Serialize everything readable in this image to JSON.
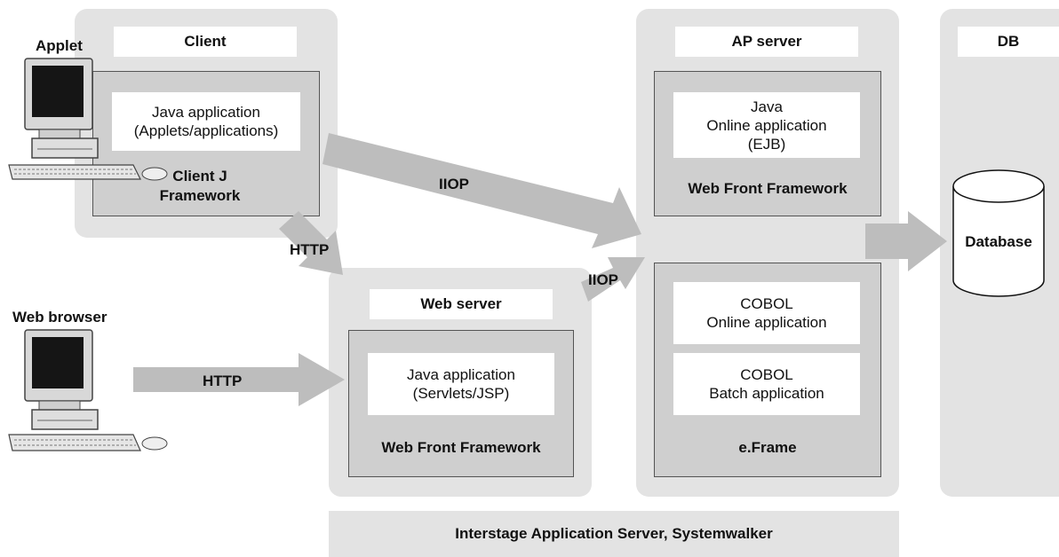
{
  "client": {
    "title": "Client",
    "app_line1": "Java application",
    "app_line2": "(Applets/applications)",
    "framework_line1": "Client J",
    "framework_line2": "Framework"
  },
  "applet_label": "Applet",
  "web_browser_label": "Web browser",
  "web_server": {
    "title": "Web server",
    "app_line1": "Java application",
    "app_line2": "(Servlets/JSP)",
    "framework": "Web Front Framework"
  },
  "ap_server": {
    "title": "AP server",
    "java_line1": "Java",
    "java_line2": "Online application",
    "java_line3": "(EJB)",
    "web_front_framework": "Web Front Framework",
    "cobol_online_line1": "COBOL",
    "cobol_online_line2": "Online application",
    "cobol_batch_line1": "COBOL",
    "cobol_batch_line2": "Batch application",
    "eframe": "e.Frame"
  },
  "db": {
    "title": "DB",
    "database": "Database"
  },
  "arrows": {
    "iiop_top": "IIOP",
    "iiop_mid": "IIOP",
    "http_top": "HTTP",
    "http_bottom": "HTTP"
  },
  "footer": "Interstage Application Server, Systemwalker",
  "colors": {
    "panel": "#e3e3e3",
    "inner": "#cfcfcf",
    "arrow": "#bdbdbd"
  }
}
